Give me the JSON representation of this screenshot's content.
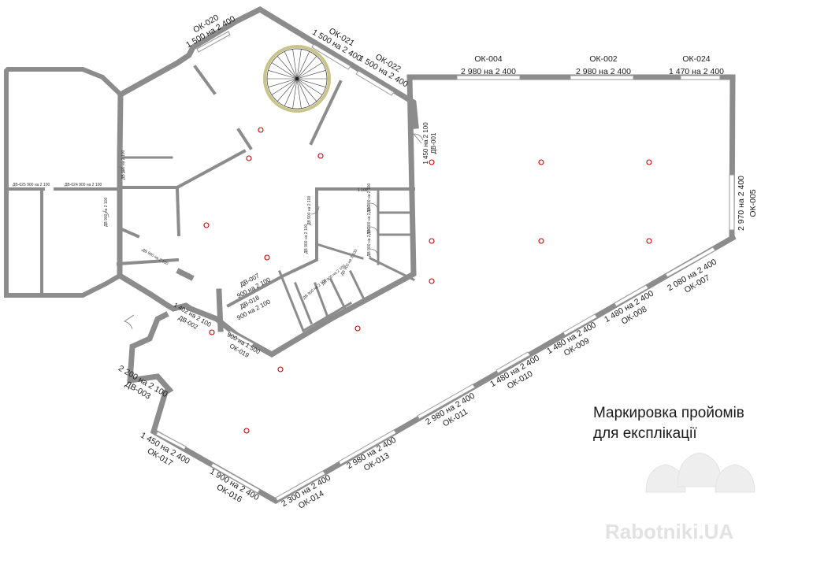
{
  "title": {
    "line1": "Маркировка пройомів",
    "line2": "для експлікації"
  },
  "watermark": "Rabotniki.UA",
  "openings": {
    "ok020": {
      "code": "ОК-020",
      "size": "1 500 на 2 400"
    },
    "ok021": {
      "code": "ОК-021",
      "size": "1 500 на 2 400"
    },
    "ok022": {
      "code": "ОК-022",
      "size": "1 500 на 2 400"
    },
    "ok004": {
      "code": "ОК-004",
      "size": "2 980 на 2 400"
    },
    "ok002": {
      "code": "ОК-002",
      "size": "2 980 на 2 400"
    },
    "ok024": {
      "code": "ОК-024",
      "size": "1 470 на 2 400"
    },
    "ok005": {
      "code": "ОК-005",
      "size": "2 970 на 2 400"
    },
    "ok007": {
      "code": "ОК-007",
      "size": "2 080 на 2 400"
    },
    "ok008": {
      "code": "ОК-008",
      "size": "1 480 на 2 400"
    },
    "ok009": {
      "code": "ОК-009",
      "size": "1 480 на 2 400"
    },
    "ok010": {
      "code": "ОК-010",
      "size": "1 480 на 2 400"
    },
    "ok011": {
      "code": "ОК-011",
      "size": "2 980 на 2 400"
    },
    "ok013": {
      "code": "ОК-013",
      "size": "2 980 на 2 400"
    },
    "ok014": {
      "code": "ОК-014",
      "size": "2 300 на 2 400"
    },
    "ok016": {
      "code": "ОК-016",
      "size": "1 900 на 2 400"
    },
    "ok017": {
      "code": "ОК-017",
      "size": "1 450 на 2 400"
    },
    "ok019": {
      "code": "ОК-019",
      "size": "900 на 1 500"
    },
    "dv001": {
      "code": "ДВ-001",
      "size": "1 450 на 2 100"
    },
    "dv002": {
      "code": "ДВ-002",
      "size": "1 402 на 2 100"
    },
    "dv003": {
      "code": "ДВ-003",
      "size": "2 200 на 2 100"
    },
    "dv007": {
      "code": "ДВ-007",
      "size": "900 на 2 100"
    },
    "dv018": {
      "code": "ДВ-018",
      "size": "900 на 2 100"
    }
  },
  "small_labels": {
    "dv025": "ДВ-025 900 на 2 100",
    "dv024": "ДВ-024 900 на 2 100",
    "dv_a": "ДВ 900 на 2 100",
    "dv_b": "ДВ 900 на 2 100",
    "dv_c": "ДВ 900 на 2 100",
    "dv_d": "ДВ 900 на 2 100",
    "dv_e": "ДВ 900 на 2 100",
    "dv_f": "ДВ 900 на 2 100",
    "dv_g": "ДВ 900 на 2 100",
    "dv_h": "ДВ 900 на 2 100",
    "dv_i": "ДВ 900 на 2 100",
    "dv_j": "ДВ 900 на 2 100",
    "dv_k": "ДВ 900 на 2 100",
    "d100": "1 100"
  },
  "colors": {
    "wall": "#8c8c8c",
    "marker": "#c00000",
    "stair_ring": "#c8c48a"
  }
}
